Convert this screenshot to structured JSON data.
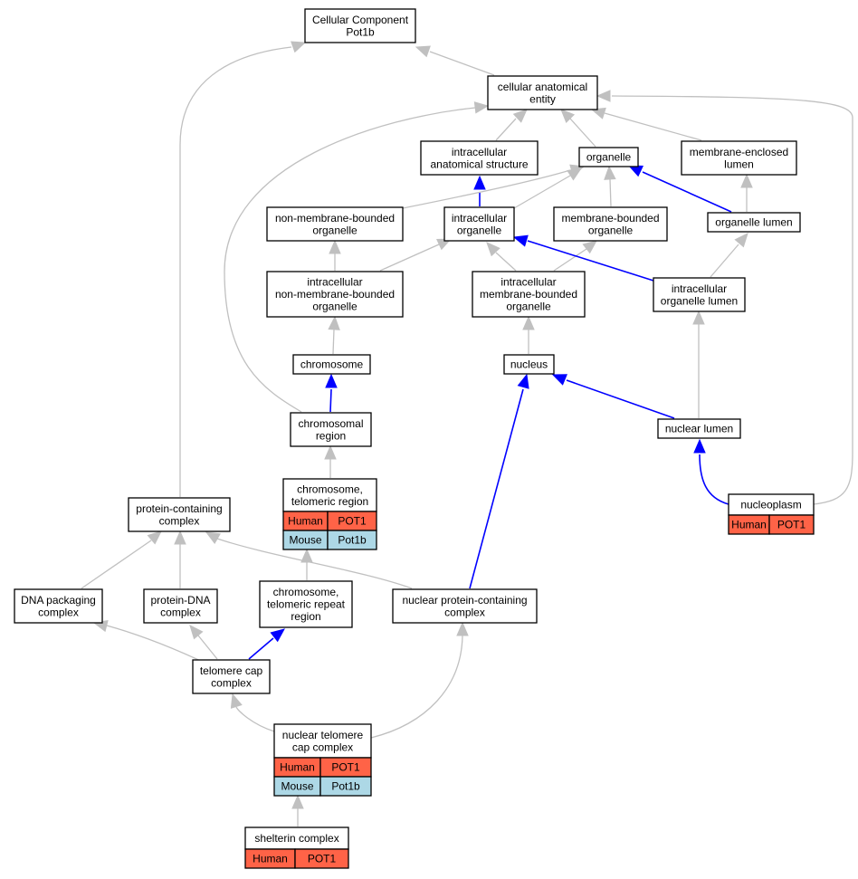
{
  "colors": {
    "human": "#ff6347",
    "mouse": "#add8e6",
    "is_a_edge": "#c0c0c0",
    "part_of_edge": "#0000ff"
  },
  "nodes": {
    "cc_root": {
      "lines": [
        "Cellular Component",
        "Pot1b"
      ]
    },
    "cae": {
      "lines": [
        "cellular anatomical",
        "entity"
      ]
    },
    "ias": {
      "lines": [
        "intracellular",
        "anatomical structure"
      ]
    },
    "organelle": {
      "lines": [
        "organelle"
      ]
    },
    "mel": {
      "lines": [
        "membrane-enclosed",
        "lumen"
      ]
    },
    "nmbo": {
      "lines": [
        "non-membrane-bounded",
        "organelle"
      ]
    },
    "io": {
      "lines": [
        "intracellular",
        "organelle"
      ]
    },
    "mbo": {
      "lines": [
        "membrane-bounded",
        "organelle"
      ]
    },
    "ol": {
      "lines": [
        "organelle lumen"
      ]
    },
    "inmbo": {
      "lines": [
        "intracellular",
        "non-membrane-bounded",
        "organelle"
      ]
    },
    "imbo": {
      "lines": [
        "intracellular",
        "membrane-bounded",
        "organelle"
      ]
    },
    "iol": {
      "lines": [
        "intracellular",
        "organelle lumen"
      ]
    },
    "chromosome": {
      "lines": [
        "chromosome"
      ]
    },
    "nucleus": {
      "lines": [
        "nucleus"
      ]
    },
    "chrom_region": {
      "lines": [
        "chromosomal",
        "region"
      ]
    },
    "nuclear_lumen": {
      "lines": [
        "nuclear lumen"
      ]
    },
    "telomeric_region": {
      "lines": [
        "chromosome,",
        "telomeric region"
      ],
      "rows": [
        [
          "Human",
          "POT1"
        ],
        [
          "Mouse",
          "Pot1b"
        ]
      ]
    },
    "nucleoplasm": {
      "lines": [
        "nucleoplasm"
      ],
      "rows": [
        [
          "Human",
          "POT1"
        ]
      ]
    },
    "pcc": {
      "lines": [
        "protein-containing",
        "complex"
      ]
    },
    "dna_pack": {
      "lines": [
        "DNA packaging",
        "complex"
      ]
    },
    "prot_dna": {
      "lines": [
        "protein-DNA",
        "complex"
      ]
    },
    "telo_repeat": {
      "lines": [
        "chromosome,",
        "telomeric repeat",
        "region"
      ]
    },
    "npcc": {
      "lines": [
        "nuclear protein-containing",
        "complex"
      ]
    },
    "telo_cap": {
      "lines": [
        "telomere cap",
        "complex"
      ]
    },
    "ntcc": {
      "lines": [
        "nuclear telomere",
        "cap complex"
      ],
      "rows": [
        [
          "Human",
          "POT1"
        ],
        [
          "Mouse",
          "Pot1b"
        ]
      ]
    },
    "shelterin": {
      "lines": [
        "shelterin complex"
      ],
      "rows": [
        [
          "Human",
          "POT1"
        ]
      ]
    }
  }
}
